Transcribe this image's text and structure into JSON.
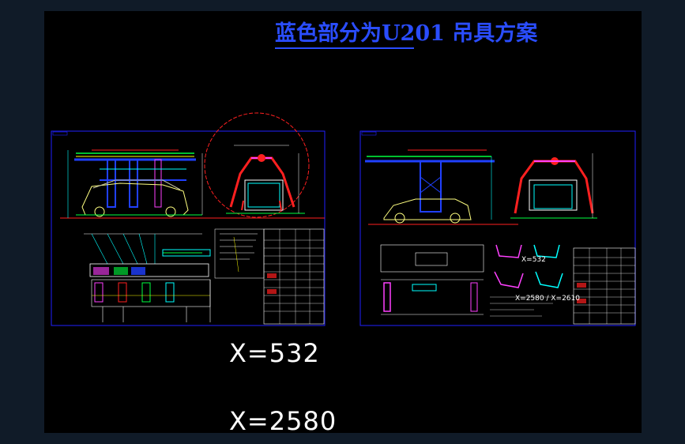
{
  "title": "蓝色部分为U201  吊具方案",
  "labels": {
    "x_primary": "X=532",
    "x_secondary": "X=2580",
    "detail_x": "X=532",
    "detail_x_range": "X=2580 / X=2610"
  },
  "colors": {
    "background": "#000000",
    "title": "#2a4dff",
    "frame_border": "#2020ff",
    "red": "#ff2020",
    "cyan": "#00ffff",
    "yellow": "#ffff00",
    "magenta": "#ff40ff",
    "green": "#00ff40",
    "white": "#ffffff"
  }
}
